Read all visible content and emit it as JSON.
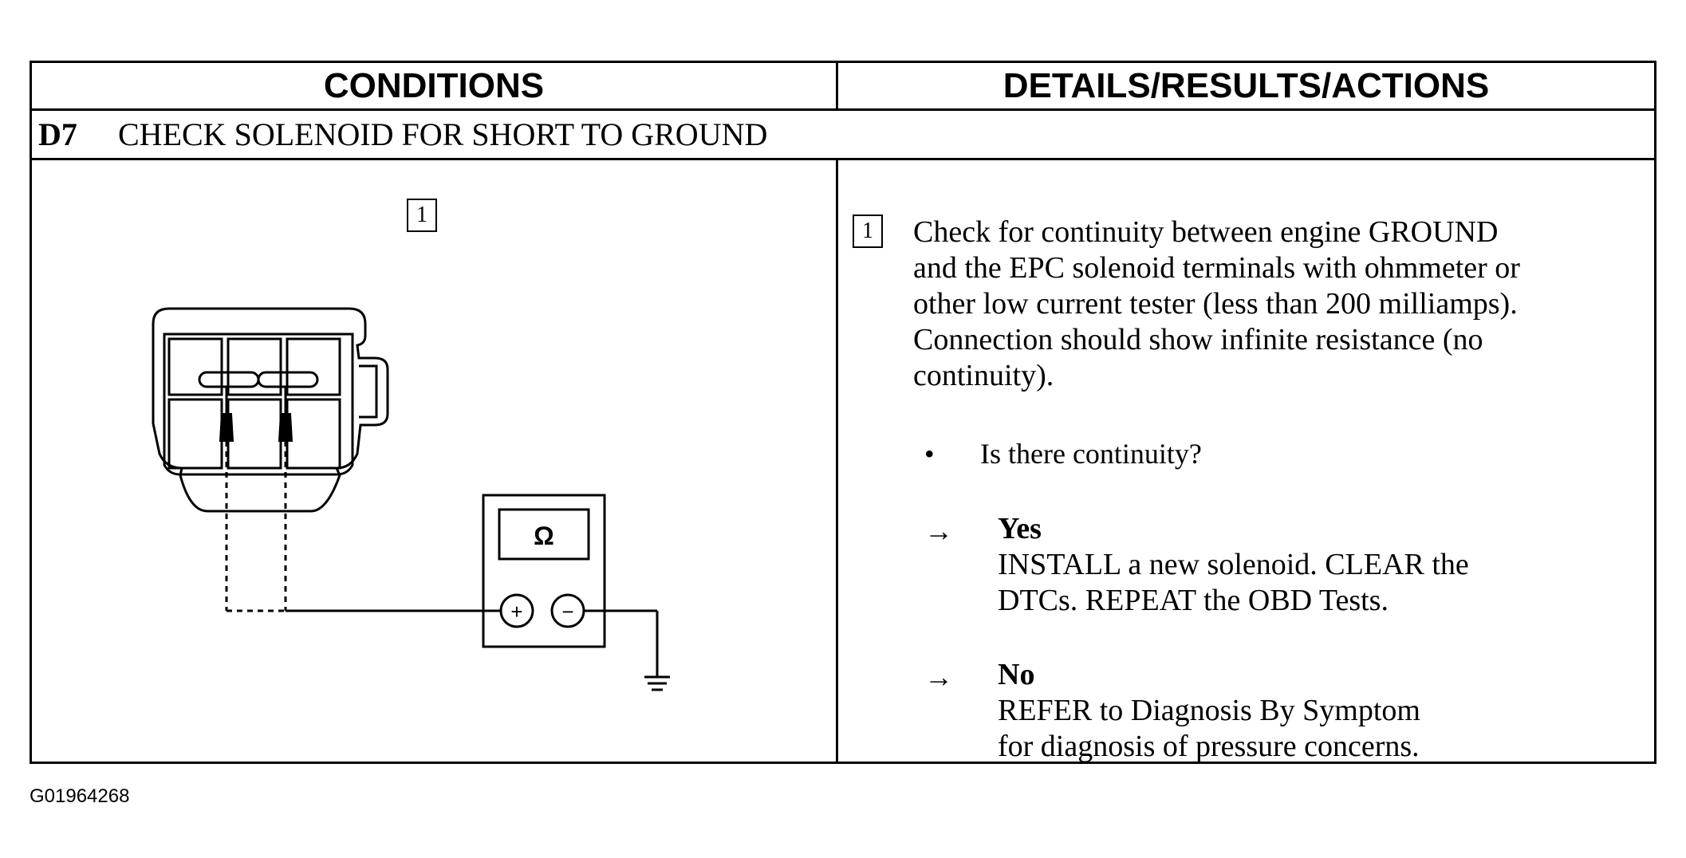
{
  "header": {
    "conditions": "CONDITIONS",
    "details": "DETAILS/RESULTS/ACTIONS"
  },
  "step": {
    "number": "D7",
    "title": "CHECK SOLENOID FOR SHORT TO GROUND"
  },
  "diagram": {
    "callout": "1",
    "meter_symbol": "Ω",
    "plus_symbol": "+",
    "minus_symbol": "−",
    "icons": [
      "connector-icon",
      "ohmmeter-icon",
      "ground-symbol-icon"
    ]
  },
  "details": {
    "callout": "1",
    "instruction_lines": [
      "Check for continuity between engine GROUND",
      "and the EPC solenoid terminals with ohmmeter or",
      "other low current tester (less than 200 milliamps).",
      "Connection should show infinite resistance (no",
      "continuity)."
    ],
    "bullet": "•",
    "question": "Is there continuity?",
    "arrow": "→",
    "yes": {
      "label": "Yes",
      "lines": [
        "INSTALL a new solenoid. CLEAR the",
        "DTCs. REPEAT the OBD Tests."
      ]
    },
    "no": {
      "label": "No",
      "lines": [
        "REFER to Diagnosis By Symptom",
        "for diagnosis of pressure concerns."
      ]
    }
  },
  "footer": {
    "figure_id": "G01964268"
  }
}
